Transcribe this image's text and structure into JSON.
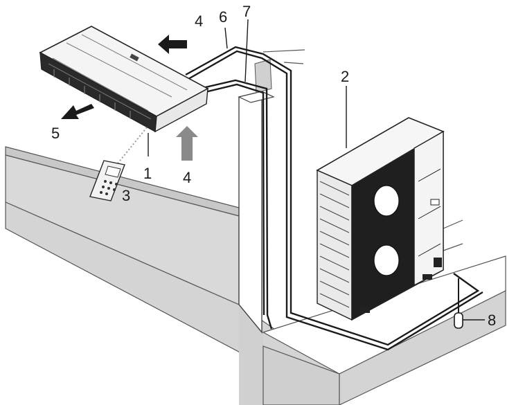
{
  "callouts": {
    "indoor_unit": "1",
    "outdoor_unit": "2",
    "remote_controller": "3",
    "air_inlet": "4",
    "air_outlet": "5",
    "refrigerant_pipe": "6",
    "drain_pipe": "7",
    "drain_hose": "8"
  },
  "colors": {
    "ink": "#1a1a1a",
    "wall_gray": "#d4d4d4",
    "wall_edge": "#555555",
    "unit_dark": "#222222",
    "arrow_gray": "#8a8a8a"
  }
}
